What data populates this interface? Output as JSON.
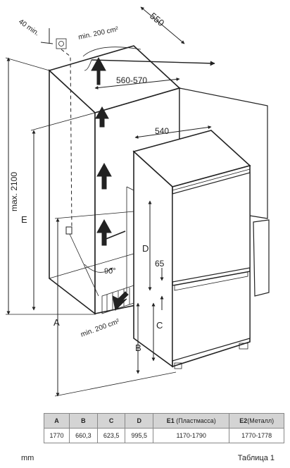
{
  "labels": {
    "top_clearance": "40 min.",
    "top_vent": "min. 200 cm²",
    "depth": "550",
    "niche_width": "560-570",
    "fridge_width": "540",
    "max_height": "max. 2100",
    "E": "E",
    "D": "D",
    "gap": "65",
    "door_angle": "90°",
    "bottom_vent": "min. 200 cm²",
    "A": "A",
    "B": "B",
    "C": "C"
  },
  "table": {
    "headers": [
      {
        "main": "A",
        "sub": ""
      },
      {
        "main": "B",
        "sub": ""
      },
      {
        "main": "C",
        "sub": ""
      },
      {
        "main": "D",
        "sub": ""
      },
      {
        "main": "E1",
        "sub": " (Пластмасса)"
      },
      {
        "main": "E2",
        "sub": "(Металл)"
      }
    ],
    "row": [
      "1770",
      "660,3",
      "623,5",
      "995,5",
      "1170-1790",
      "1770-1778"
    ]
  },
  "footer": {
    "unit": "mm",
    "caption": "Таблица 1"
  }
}
